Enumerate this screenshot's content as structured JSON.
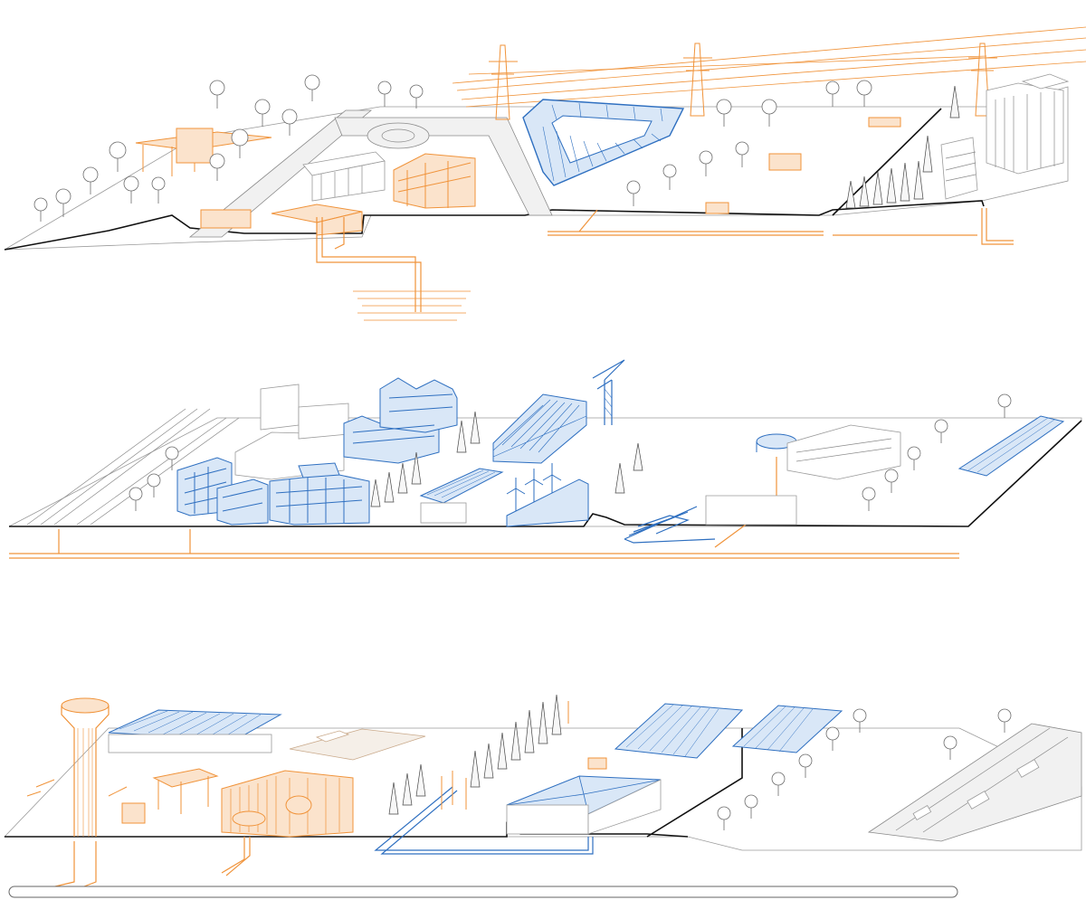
{
  "diagram": {
    "description_text": "",
    "colors": {
      "ink": "#1a1a1a",
      "line_grey": "#8a8a8a",
      "energy_orange": "#f0933a",
      "highlight_blue": "#2e6fc0"
    },
    "layers": [
      {
        "id": "layer-top",
        "orange_elements": [
          "power-pylons",
          "timber-pavilion",
          "timber-frame-building",
          "water-pipes",
          "waterbody"
        ],
        "blue_elements": [
          "triangular-stadium"
        ]
      },
      {
        "id": "layer-middle",
        "orange_elements": [
          "district-pipe"
        ],
        "blue_elements": [
          "housing-blocks",
          "gabled-buildings",
          "greenhouse-hall",
          "crane",
          "solar-roofs",
          "wind-turbines",
          "geothermal-loop",
          "tank"
        ]
      },
      {
        "id": "layer-bottom",
        "orange_elements": [
          "water-tower",
          "timber-frames",
          "power-plant",
          "pipes"
        ],
        "blue_elements": [
          "solar-greenhouses",
          "pyramid-roof-hall",
          "loop-pipe"
        ]
      }
    ]
  }
}
